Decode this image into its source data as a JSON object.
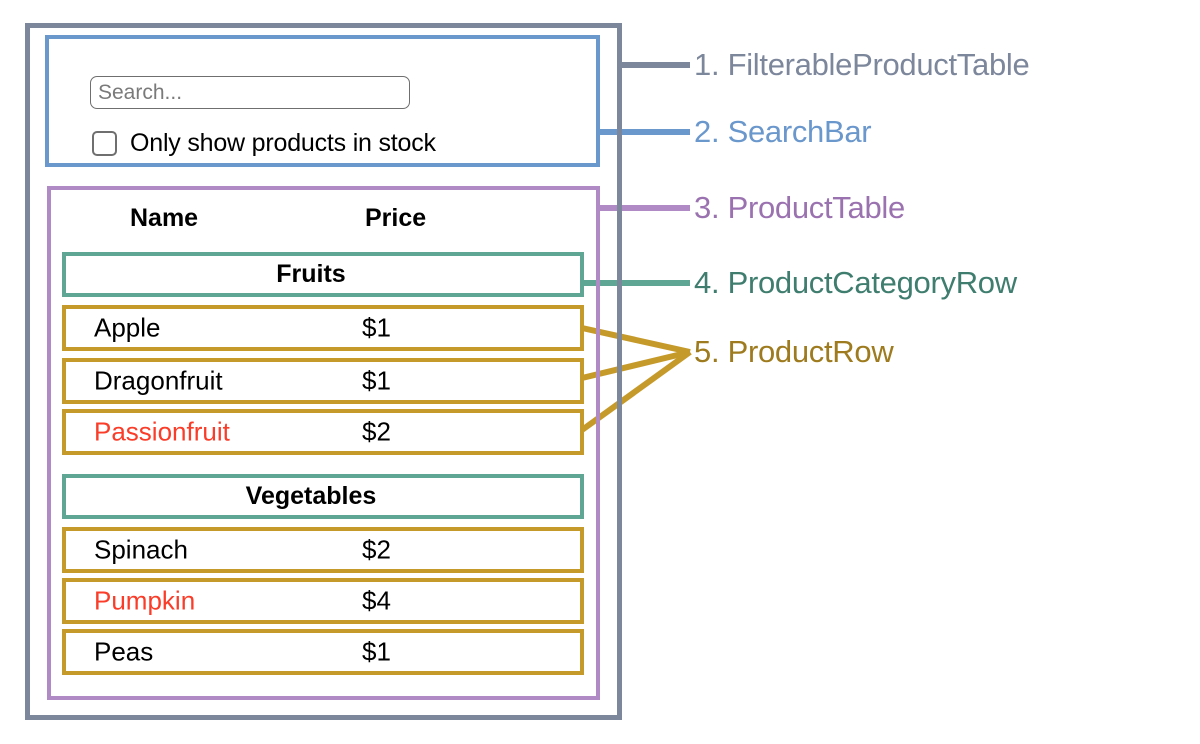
{
  "search_bar": {
    "input_value": "",
    "input_placeholder": "Search...",
    "checkbox_label": "Only show products in stock",
    "checkbox_checked": false
  },
  "product_table": {
    "columns": [
      "Name",
      "Price"
    ],
    "sections": [
      {
        "category": "Fruits",
        "rows": [
          {
            "name": "Apple",
            "price": "$1",
            "stocked": true
          },
          {
            "name": "Dragonfruit",
            "price": "$1",
            "stocked": true
          },
          {
            "name": "Passionfruit",
            "price": "$2",
            "stocked": false
          }
        ]
      },
      {
        "category": "Vegetables",
        "rows": [
          {
            "name": "Spinach",
            "price": "$2",
            "stocked": true
          },
          {
            "name": "Pumpkin",
            "price": "$4",
            "stocked": false
          },
          {
            "name": "Peas",
            "price": "$1",
            "stocked": true
          }
        ]
      }
    ]
  },
  "legend": [
    {
      "label": "1. FilterableProductTable",
      "color": "#7d879c"
    },
    {
      "label": "2. SearchBar",
      "color": "#6a97cc"
    },
    {
      "label": "3. ProductTable",
      "color": "#9b72b0"
    },
    {
      "label": "4. ProductCategoryRow",
      "color": "#3f7d6e"
    },
    {
      "label": "5. ProductRow",
      "color": "#9e7b1e"
    }
  ],
  "colors": {
    "filterable_product_table": "#7d879c",
    "search_bar": "#6a97cc",
    "product_table": "#b08ac4",
    "product_category_row": "#5fa794",
    "product_row": "#c69a2a",
    "out_of_stock_text": "#fa3c28",
    "input_border": "#6f6f6f",
    "placeholder_text": "#7a7a7a"
  }
}
